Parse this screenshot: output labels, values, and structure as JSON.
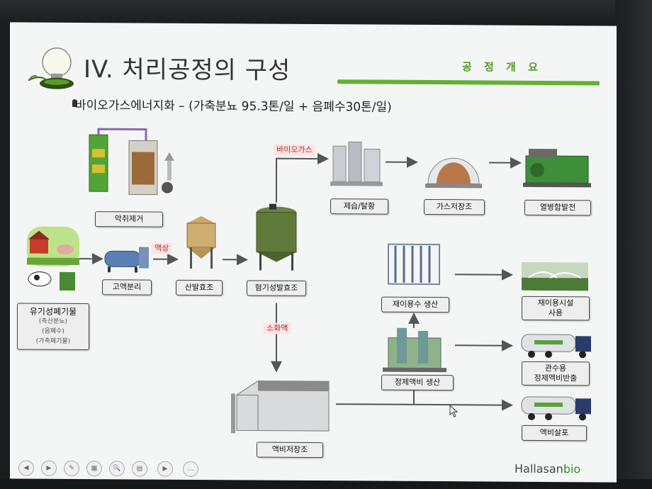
{
  "slide": {
    "title": "IV. 처리공정의 구성",
    "section_badge": "공 정 개 요",
    "subtitle": "바이오가스에너지화 – (가축분뇨 95.3톤/일 + 음폐수30톤/일)",
    "brand_prefix": "Hallasan",
    "brand_suffix": "bio"
  },
  "process": {
    "odor": "악취제거",
    "organic_waste_title": "유기성폐기물",
    "organic_waste_line1": "(축산분뇨)",
    "organic_waste_line2": "(음폐수)",
    "organic_waste_line3": "(가축폐기물)",
    "solid_liquid_sep": "고액분리",
    "acid_fermentation": "산발효조",
    "anaerobic_digester": "혐기성발효조",
    "desulfurization": "제습/탈황",
    "gas_storage": "가스저장조",
    "chp": "열병합발전",
    "reuse_water": "재이용수 생산",
    "reuse_facility_line1": "재이용시설",
    "reuse_facility_line2": "사용",
    "refined_fertilizer": "정제액비 생산",
    "irrigation_line1": "관수용",
    "irrigation_line2": "정제액비반출",
    "liquid_fertilizer_storage": "액비저장조",
    "liquid_fertilizer_spread": "액비살포"
  },
  "tags": {
    "biogas": "바이오가스",
    "liquid": "액상",
    "digestate": "소화액"
  },
  "nav": [
    "◀",
    "▶",
    "✎",
    "▦",
    "🔍",
    "▤",
    "▶",
    "…"
  ],
  "colors": {
    "accent_green": "#62b130",
    "tag_red": "#b52323",
    "tank_green": "#5f7a3a"
  }
}
